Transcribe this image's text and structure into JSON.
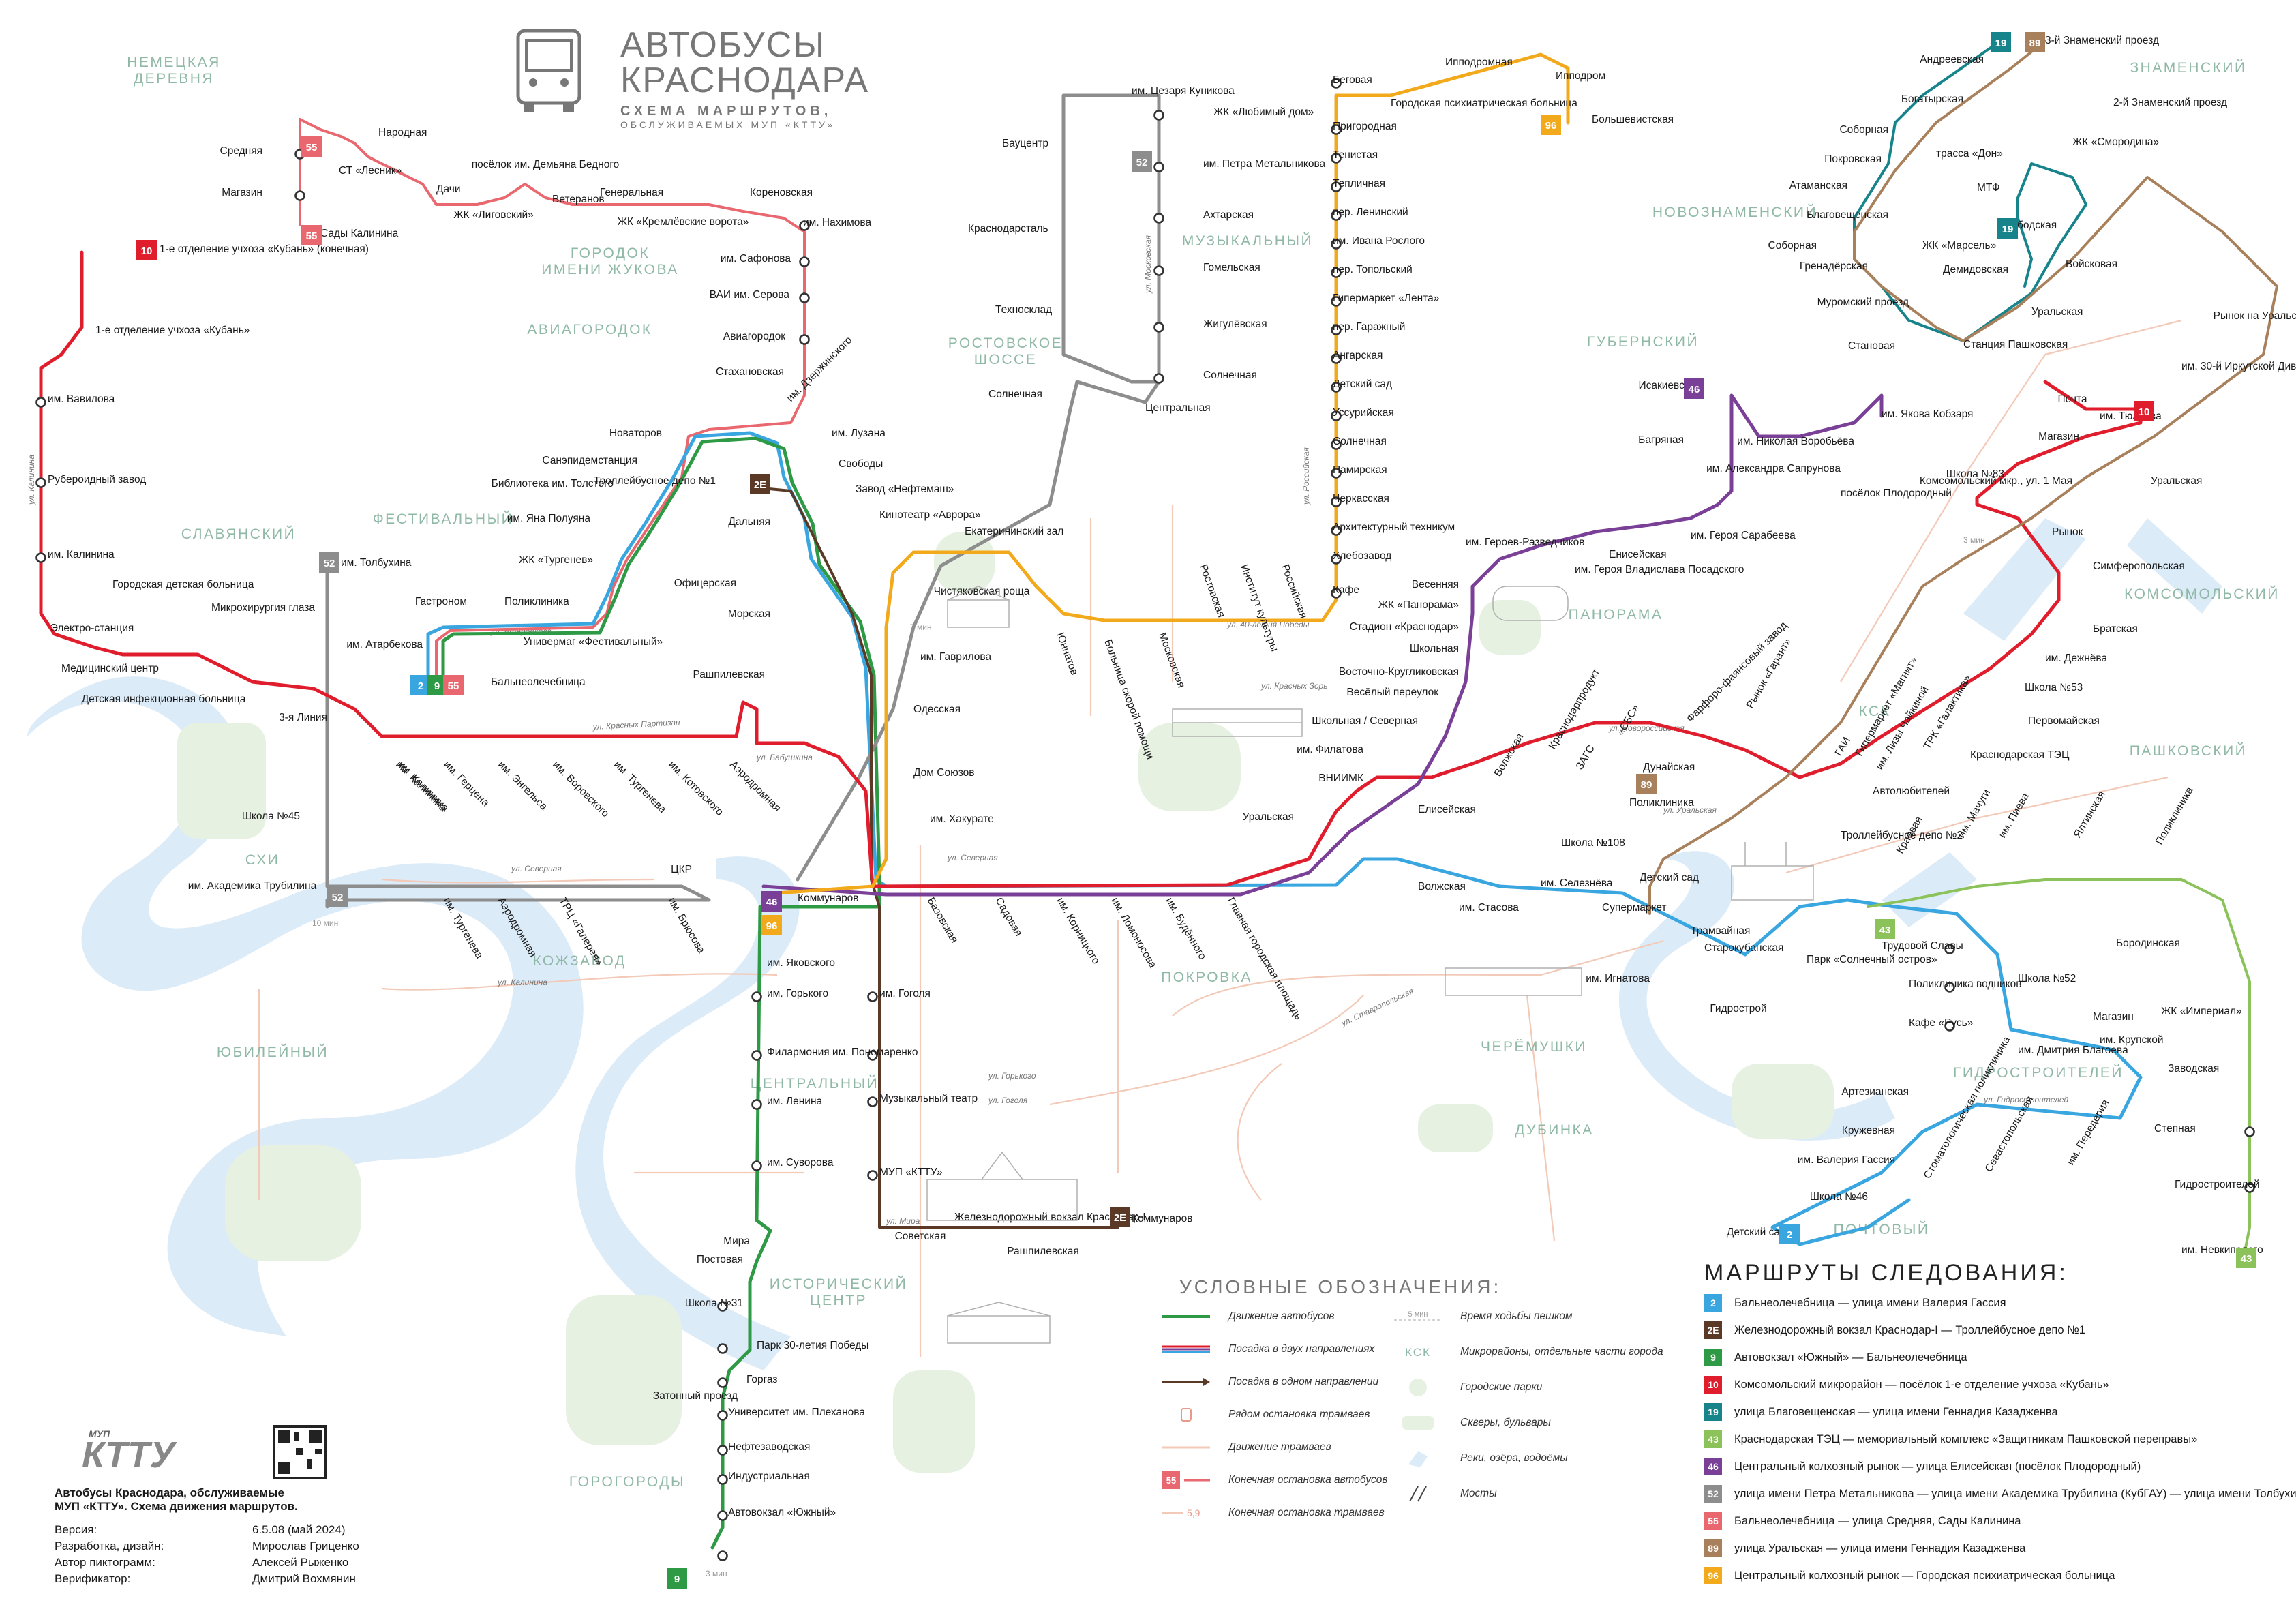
{
  "title": {
    "line1": "АВТОБУСЫ",
    "line2": "КРАСНОДАРА",
    "subtitle1": "СХЕМА МАРШРУТОВ,",
    "subtitle2": "ОБСЛУЖИВАЕМЫХ МУП «КТТУ»"
  },
  "routes": [
    {
      "number": "2",
      "color": "#3aa6e0",
      "desc": "Бальнеолечебница — улица имени Валерия Гассия"
    },
    {
      "number": "2Е",
      "color": "#5a3a26",
      "desc": "Железнодорожный вокзал Краснодар-I — Троллейбусное депо №1"
    },
    {
      "number": "9",
      "color": "#2e9a45",
      "desc": "Автовокзал «Южный» — Бальнеолечебница"
    },
    {
      "number": "10",
      "color": "#e01d2c",
      "desc": "Комсомольский микрорайон — посёлок 1-е отделение учхоза «Кубань»"
    },
    {
      "number": "19",
      "color": "#17838a",
      "desc": "улица Благовещенская — улица имени Геннадия Казадженва"
    },
    {
      "number": "43",
      "color": "#8cc25a",
      "desc": "Краснодарская ТЭЦ — мемориальный комплекс «Защитникам Пашковской переправы»"
    },
    {
      "number": "46",
      "color": "#7a3f96",
      "desc": "Центральный колхозный рынок — улица Елисейская (посёлок Плодородный)"
    },
    {
      "number": "52",
      "color": "#8d8d8d",
      "desc": "улица имени Петра Метальникова — улица имени Академика Трубилина (КубГАУ) — улица имени Толбухина"
    },
    {
      "number": "55",
      "color": "#e9686f",
      "desc": "Бальнеолечебница — улица Средняя, Сады Калинина"
    },
    {
      "number": "89",
      "color": "#a9805c",
      "desc": "улица Уральская — улица имени Геннадия Казадженва"
    },
    {
      "number": "96",
      "color": "#f2aa1c",
      "desc": "Центральный колхозный рынок — Городская психиатрическая больница"
    }
  ],
  "legend": {
    "title": "МАРШРУТЫ СЛЕДОВАНИЯ:",
    "symbols_title": "УСЛОВНЫЕ ОБОЗНАЧЕНИЯ:",
    "symbols": [
      "Движение автобусов",
      "Посадка в двух направлениях",
      "Посадка в одном направлении",
      "Рядом остановка трамваев",
      "Движение трамваев",
      "Конечная остановка автобусов",
      "Конечная остановка трамваев"
    ],
    "symbols2": [
      "Время ходьбы пешком",
      "Микрорайоны, отдельные части города",
      "Городские парки",
      "Скверы, бульвары",
      "Реки, озёра, водоёмы",
      "Мосты"
    ],
    "sample_walk": "5 мин",
    "sample_district": "КСК",
    "sample_terminal": "55",
    "sample_tram_terminal": "5,9"
  },
  "credits": {
    "header": "Автобусы Краснодара, обслуживаемые МУП «КТТУ». Схема движения маршрутов.",
    "rows": [
      {
        "k": "Версия:",
        "v": "6.5.08 (май 2024)"
      },
      {
        "k": "Разработка, дизайн:",
        "v": "Мирослав Гриценко"
      },
      {
        "k": "Автор пиктограмм:",
        "v": "Алексей Рыженко"
      },
      {
        "k": "Верификатор:",
        "v": "Дмитрий Вохмянин"
      }
    ],
    "logo": "МУП КТТУ"
  },
  "districts": [
    "НЕМЕЦКАЯ ДЕРЕВНЯ",
    "ГОРОДОК ИМЕНИ ЖУКОВА",
    "АВИАГОРОДОК",
    "РОСТОВСКОЕ ШОССЕ",
    "МУЗЫКАЛЬНЫЙ",
    "СЛАВЯНСКИЙ",
    "ФЕСТИВАЛЬНЫЙ",
    "ПАНОРАМА",
    "ГУБЕРНСКИЙ",
    "НОВОЗНАМЕНСКИЙ",
    "ЗНАМЕНСКИЙ",
    "КОМСОМОЛЬСКИЙ",
    "ПАШКОВСКИЙ",
    "КСК",
    "СХИ",
    "КОЖЗАВОД",
    "ЮБИЛЕЙНЫЙ",
    "ЦЕНТРАЛЬНЫЙ",
    "ПОКРОВКА",
    "ЧЕРЁМУШКИ",
    "ДУБИНКА",
    "ГИДРОСТРОИТЕЛЕЙ",
    "ПОЧТОВЫЙ",
    "ИСТОРИЧЕСКИЙ ЦЕНТР",
    "ГОРОГОРОДЫ"
  ],
  "stops": [
    "Средняя",
    "Магазин",
    "Народная",
    "СТ «Лесник»",
    "Сады Калинина",
    "Дачи",
    "ЖК «Лиговский»",
    "посёлок им. Демьяна Бедного",
    "Ветеранов",
    "Генеральная",
    "ЖК «Кремлёвские ворота»",
    "Кореновская",
    "им. Нахимова",
    "им. Сафонова",
    "ВАИ им. Серова",
    "Авиагородок",
    "Стахановская",
    "1-е отделение учхоза «Кубань» (конечная)",
    "1-е отделение учхоза «Кубань»",
    "им. Вавилова",
    "Рубероидный завод",
    "им. Калинина",
    "Городская детская больница",
    "Электро-станция",
    "Микрохирургия глаза",
    "Медицинский центр",
    "Детская инфекционная больница",
    "3-я Линия",
    "им. Калинина",
    "Школа №45",
    "им. Академика Трубилина",
    "им. Толбухина",
    "Новаторов",
    "Санэпидемстанция",
    "Библиотека им. Толстого",
    "им. Яна Полуяна",
    "ЖК «Тургенев»",
    "Гастроном",
    "Поликлиника",
    "им. Атарбекова",
    "Универмаг «Фестивальный»",
    "Бальнеолечебница",
    "Троллейбусное депо №1",
    "Дальняя",
    "Офицерская",
    "Морская",
    "Рашпилевская",
    "им. Калинина",
    "им. Герцена",
    "им. Энгельса",
    "им. Воровского",
    "им. Тургенева",
    "им. Котовского",
    "Аэродромная",
    "им. Дзержинского",
    "им. Лузана",
    "Свободы",
    "Завод «Нефтемаш»",
    "Кинотеатр «Аврора»",
    "Екатерининский зал",
    "Чистяковская роща",
    "им. Гаврилова",
    "Одесская",
    "Дом Союзов",
    "им. Хакурате",
    "Бауцентр",
    "Краснодарсталь",
    "Техносклад",
    "Солнечная",
    "им. Цезаря Куникова",
    "ЖК «Любимый дом»",
    "им. Петра Метальникова",
    "Ахтарская",
    "Гомельская",
    "Жигулёвская",
    "Солнечная",
    "Центральная",
    "Юннатов",
    "Больница скорой помощи",
    "Московская",
    "Ростовская",
    "Институт культуры",
    "Российская",
    "Беговая",
    "Ипподромная",
    "Ипподром",
    "Городская психиатрическая больница",
    "Большевистская",
    "Пригородная",
    "Тенистая",
    "Тепличная",
    "пер. Ленинский",
    "им. Ивана Рослого",
    "пер. Топольский",
    "Гипермаркет «Лента»",
    "пер. Гаражный",
    "Ангарская",
    "Детский сад",
    "Уссурийская",
    "Солнечная",
    "Памирская",
    "Черкасская",
    "Архитектурный техникум",
    "Хлебозавод",
    "Кафе",
    "Весенняя",
    "ЖК «Панорама»",
    "Стадион «Краснодар»",
    "Школьная",
    "Восточно-Кругликовская",
    "Весёлый переулок",
    "Школьная / Северная",
    "им. Филатова",
    "ВНИИМК",
    "Уральская",
    "Елисейская",
    "Исакиевская",
    "Багряная",
    "им. Якова Кобзаря",
    "им. Николая Воробьёва",
    "им. Александра Сапрунова",
    "посёлок Плодородный",
    "им. Героя Сарабеева",
    "им. Героев-Разведчиков",
    "им. Героя Владислава Посадского",
    "Енисейская",
    "Волжская",
    "Краснодарпродукт",
    "«СБС»",
    "Фарфоро-фаянсовый завод",
    "Рынок «Гарант»",
    "ГАИ",
    "Гипермаркет «Магнит»",
    "им. Лизы Чайкиной",
    "ТРК «Галактика»",
    "Троллейбусное депо №2",
    "Дунайская",
    "Поликлиника",
    "ЗАГС",
    "Школа №108",
    "Детский сад",
    "Андреевская",
    "3-й Знаменский проезд",
    "Богатырская",
    "Соборная",
    "Покровская",
    "трасса «Дон»",
    "ЖК «Смородина»",
    "2-й Знаменский проезд",
    "Атаманская",
    "Благовещенская",
    "МТФ",
    "Слободская",
    "Соборная",
    "Гренадёрская",
    "ЖК «Марсель»",
    "Демидовская",
    "Войсковая",
    "Муромский проезд",
    "Становая",
    "Станция Пашковская",
    "Уральская",
    "Рынок на Уральской",
    "им. 30-й Иркутской Дивизии",
    "Почта",
    "Магазин",
    "Школа №83",
    "Комсомольский мкр., ул. 1 Мая",
    "Уральская",
    "им. Тюляева",
    "Рынок",
    "Симферопольская",
    "Братская",
    "им. Дежнёва",
    "Школа №53",
    "Первомайская",
    "Краснодарская ТЭЦ",
    "Автолюбителей",
    "Краевая",
    "им. Мачуги",
    "им. Пиева",
    "Ялтинская",
    "Поликлиника",
    "Волжская",
    "им. Стасова",
    "им. Селезнёва",
    "Супермаркет",
    "Трамвайная",
    "Старокубанская",
    "Парк «Солнечный остров»",
    "им. Игнатова",
    "Гидрострой",
    "Трудовой Славы",
    "Поликлиника водников",
    "Кафе «Русь»",
    "Школа №52",
    "Магазин",
    "им. Дмитрия Благоева",
    "им. Крупской",
    "Бородинская",
    "ЖК «Империал»",
    "Заводская",
    "Степная",
    "Гидростроителей",
    "им. Невкипелого",
    "Артезианская",
    "Кружевная",
    "им. Валерия Гассия",
    "Школа №46",
    "Детский сад",
    "Стоматологическая поликлиника",
    "Севастопольская",
    "им. Передерия",
    "им. Брюсова",
    "им. Тургенева",
    "Аэродромная",
    "ТРЦ «Галерея»",
    "ЦКР",
    "Коммунаров",
    "им. Яковского",
    "Базовская",
    "Садовая",
    "им. Корницкого",
    "им. Ломоносова",
    "им. Будённого",
    "Главная городская площадь",
    "им. Горького",
    "им. Гоголя",
    "Филармония им. Пономаренко",
    "им. Ленина",
    "Музыкальный театр",
    "им. Суворова",
    "МУП «КТТУ»",
    "Железнодорожный вокзал Краснодар-I",
    "Рашпилевская",
    "Коммунаров",
    "Мира",
    "Советская",
    "Постовая",
    "Школа №31",
    "Парк 30-летия Победы",
    "Горгаз",
    "Затонный проезд",
    "Университет им. Плеханова",
    "Нефтезаводская",
    "Индустриальная",
    "Автовокзал «Южный»"
  ]
}
